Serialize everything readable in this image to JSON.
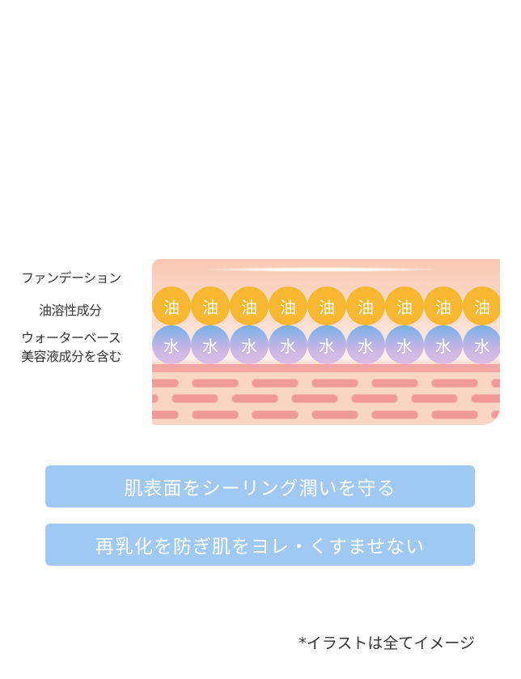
{
  "labels": {
    "foundation": "ファンデーション",
    "oil_soluble": "油溶性成分",
    "water_base": "ウォーターベース",
    "serum": "美容液成分を含む"
  },
  "diagram": {
    "oil_char": "油",
    "water_char": "水",
    "count": 9,
    "colors": {
      "oil": "#f7b731",
      "water_top": "#78b0e8",
      "water_bottom": "#dcbde3",
      "skin": "#f9d5c4",
      "fiber": "#ef9a98"
    }
  },
  "buttons": [
    {
      "label": "肌表面をシーリング潤いを守る"
    },
    {
      "label": "再乳化を防ぎ肌をヨレ・くすませない"
    }
  ],
  "footnote": "*イラストは全てイメージ",
  "accent": "#9fc9f3"
}
